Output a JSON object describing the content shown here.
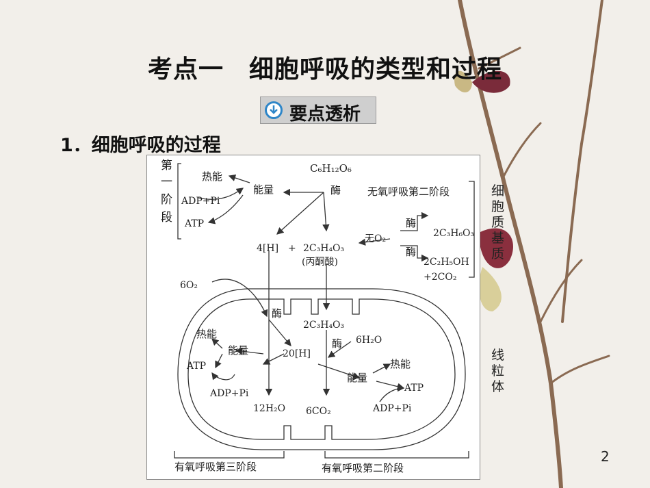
{
  "title": "考点一　细胞呼吸的类型和过程",
  "badge": "要点透析",
  "subtitle": "1．细胞呼吸的过程",
  "page_number": "2",
  "diagram": {
    "stage1": "第一阶段",
    "glucose": "C₆H₁₂O₆",
    "enzyme": "酶",
    "heat": "热能",
    "energy": "能量",
    "adp_pi": "ADP+Pi",
    "atp": "ATP",
    "anaerobic_stage2": "无氧呼吸第二阶段",
    "h4": "4[H]",
    "plus": "+",
    "pyruvate": "2C₃H₄O₃",
    "pyruvate_name": "(丙酮酸)",
    "no_o2": "无O₂",
    "lactic": "2C₃H₆O₃",
    "ethanol": "2C₂H₅OH",
    "co2_2": "+2CO₂",
    "o2_6": "6O₂",
    "h2o_6": "6H₂O",
    "h20": "20[H]",
    "h2o_12": "12H₂O",
    "co2_6": "6CO₂",
    "aerobic_stage3": "有氧呼吸第三阶段",
    "aerobic_stage2": "有氧呼吸第二阶段",
    "cytoplasm": "细胞质基质",
    "mitochondria": "线粒体"
  }
}
